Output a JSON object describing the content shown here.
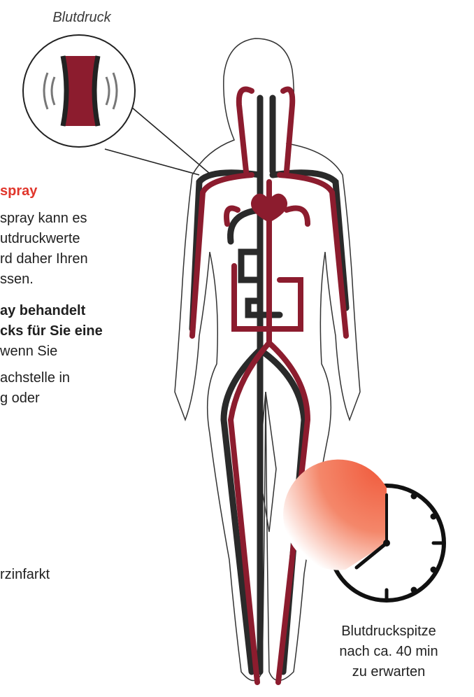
{
  "colors": {
    "artery": "#8c1c2e",
    "vein": "#2a2a2a",
    "heading_red": "#e0352b",
    "clock_orange": "#f05a3c"
  },
  "diagram": {
    "title": "Blutdruck",
    "heading": "spray",
    "paragraph_lines": [
      "spray kann es",
      "utdruckwerte",
      "rd daher Ihren",
      "ssen."
    ],
    "bold_lines": [
      "ay behandelt",
      "cks für Sie eine"
    ],
    "more_lines": [
      " wenn Sie",
      "achstelle in",
      "g oder"
    ],
    "last_line": "rzinfarkt",
    "clock_caption": [
      "Blutdruckspitze",
      "nach ca. 40 min",
      "zu erwarten"
    ]
  }
}
